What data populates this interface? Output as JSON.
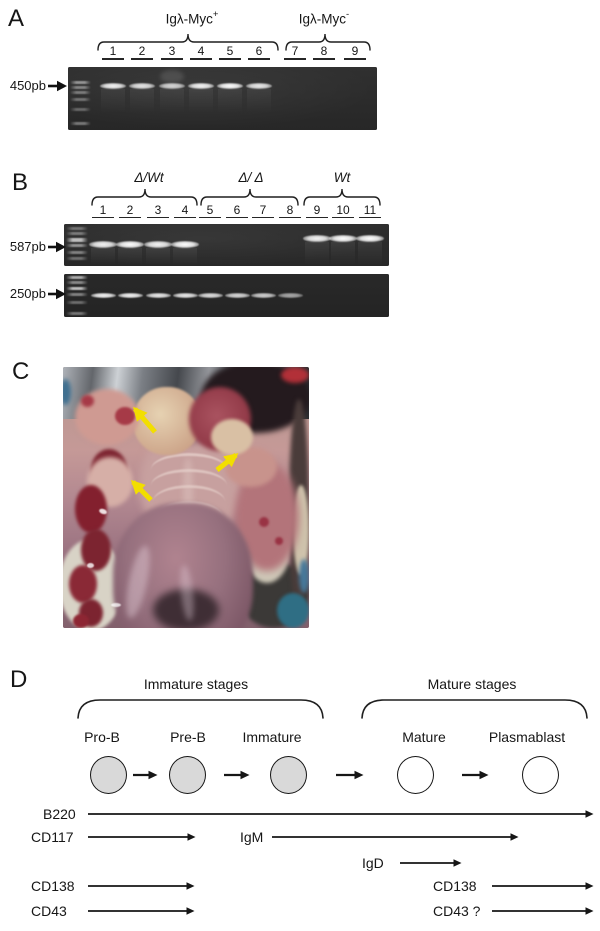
{
  "panel_a": {
    "label": "A",
    "groups": [
      {
        "base": "Igλ-Myc",
        "sup": "+"
      },
      {
        "base": "Igλ-Myc",
        "sup": "-"
      }
    ],
    "lanes": [
      "1",
      "2",
      "3",
      "4",
      "5",
      "6",
      "7",
      "8",
      "9"
    ],
    "size_marker": "450pb"
  },
  "panel_b": {
    "label": "B",
    "groups": [
      "Δ/Wt",
      "Δ/ Δ",
      "Wt"
    ],
    "lanes": [
      "1",
      "2",
      "3",
      "4",
      "5",
      "6",
      "7",
      "8",
      "9",
      "10",
      "11"
    ],
    "size_marker_top": "587pb",
    "size_marker_bottom": "250pb"
  },
  "panel_c": {
    "label": "C"
  },
  "panel_d": {
    "label": "D",
    "group_titles": [
      "Immature stages",
      "Mature stages"
    ],
    "stages": [
      "Pro-B",
      "Pre-B",
      "Immature",
      "Mature",
      "Plasmablast"
    ],
    "markers": {
      "b220": "B220",
      "cd117": "CD117",
      "igm": "IgM",
      "igd": "IgD",
      "cd138_left": "CD138",
      "cd43_left": "CD43",
      "cd138_right": "CD138",
      "cd43_right": "CD43 ?"
    }
  },
  "colors": {
    "arrow_yellow": "#f2de00",
    "circle_gray": "#d9d9d9",
    "gel_background": "#2b2b2b"
  }
}
